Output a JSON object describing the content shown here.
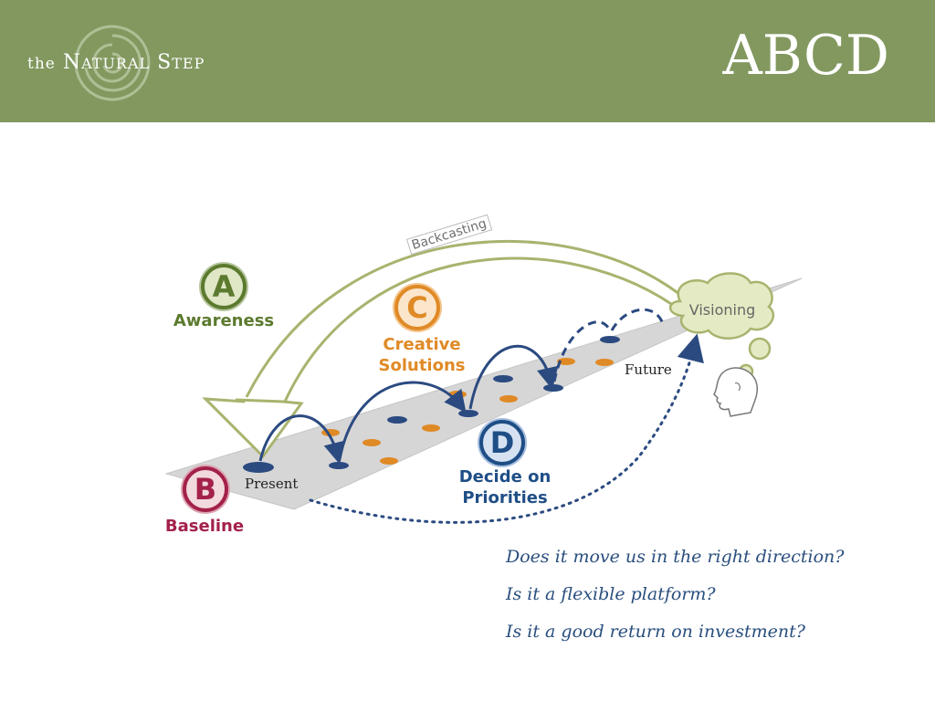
{
  "header": {
    "logo_prefix": "the",
    "logo_word1_initial": "N",
    "logo_word1_rest": "ATURAL",
    "logo_word2_initial": "S",
    "logo_word2_rest": "TEP",
    "title": "ABCD"
  },
  "diagram": {
    "backcasting_label": "Backcasting",
    "visioning_label": "Visioning",
    "present_label": "Present",
    "future_label": "Future",
    "steps": {
      "a": {
        "letter": "A",
        "label": "Awareness",
        "color": "#5c7a2e"
      },
      "b": {
        "letter": "B",
        "label": "Baseline",
        "color": "#a3214a"
      },
      "c": {
        "letter": "C",
        "label_line1": "Creative",
        "label_line2": "Solutions",
        "color": "#e08a26"
      },
      "d": {
        "letter": "D",
        "label_line1": "Decide on",
        "label_line2": "Priorities",
        "color": "#1f4e86"
      }
    }
  },
  "questions": [
    "Does it move us in the right direction?",
    "Is it a flexible platform?",
    "Is it a good return on investment?"
  ],
  "colors": {
    "header_bg": "#82985f",
    "arrow_green": "#a9b36e",
    "path_gray": "#d6d6d6",
    "hop_blue": "#2b4a80",
    "dot_orange": "#e08a26",
    "question_text": "#2a4f7e"
  }
}
